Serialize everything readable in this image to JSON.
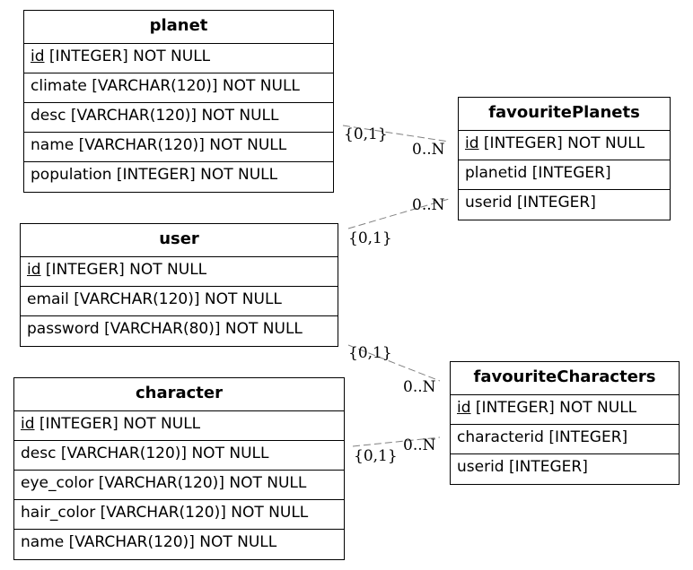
{
  "entities": {
    "planet": {
      "title": "planet",
      "rows": [
        {
          "pk": "id",
          "rest": " [INTEGER] NOT NULL"
        },
        {
          "pk": "",
          "rest": "climate [VARCHAR(120)] NOT NULL"
        },
        {
          "pk": "",
          "rest": "desc [VARCHAR(120)] NOT NULL"
        },
        {
          "pk": "",
          "rest": "name [VARCHAR(120)] NOT NULL"
        },
        {
          "pk": "",
          "rest": "population [INTEGER] NOT NULL"
        }
      ]
    },
    "favouritePlanets": {
      "title": "favouritePlanets",
      "rows": [
        {
          "pk": "id",
          "rest": " [INTEGER] NOT NULL"
        },
        {
          "pk": "",
          "rest": "planetid [INTEGER]"
        },
        {
          "pk": "",
          "rest": "userid [INTEGER]"
        }
      ]
    },
    "user": {
      "title": "user",
      "rows": [
        {
          "pk": "id",
          "rest": " [INTEGER] NOT NULL"
        },
        {
          "pk": "",
          "rest": "email [VARCHAR(120)] NOT NULL"
        },
        {
          "pk": "",
          "rest": "password [VARCHAR(80)] NOT NULL"
        }
      ]
    },
    "character": {
      "title": "character",
      "rows": [
        {
          "pk": "id",
          "rest": " [INTEGER] NOT NULL"
        },
        {
          "pk": "",
          "rest": "desc [VARCHAR(120)] NOT NULL"
        },
        {
          "pk": "",
          "rest": "eye_color [VARCHAR(120)] NOT NULL"
        },
        {
          "pk": "",
          "rest": "hair_color [VARCHAR(120)] NOT NULL"
        },
        {
          "pk": "",
          "rest": "name [VARCHAR(120)] NOT NULL"
        }
      ]
    },
    "favouriteCharacters": {
      "title": "favouriteCharacters",
      "rows": [
        {
          "pk": "id",
          "rest": " [INTEGER] NOT NULL"
        },
        {
          "pk": "",
          "rest": "characterid [INTEGER]"
        },
        {
          "pk": "",
          "rest": "userid [INTEGER]"
        }
      ]
    }
  },
  "relationships": [
    {
      "from": "planet",
      "to": "favouritePlanets",
      "from_card": "{0,1}",
      "to_card": "0..N"
    },
    {
      "from": "user",
      "to": "favouritePlanets",
      "from_card": "{0,1}",
      "to_card": "0..N"
    },
    {
      "from": "user",
      "to": "favouriteCharacters",
      "from_card": "{0,1}",
      "to_card": "0..N"
    },
    {
      "from": "character",
      "to": "favouriteCharacters",
      "from_card": "{0,1}",
      "to_card": "0..N"
    }
  ],
  "colors": {
    "edge": "#808080",
    "border": "#000000",
    "background": "#ffffff"
  }
}
